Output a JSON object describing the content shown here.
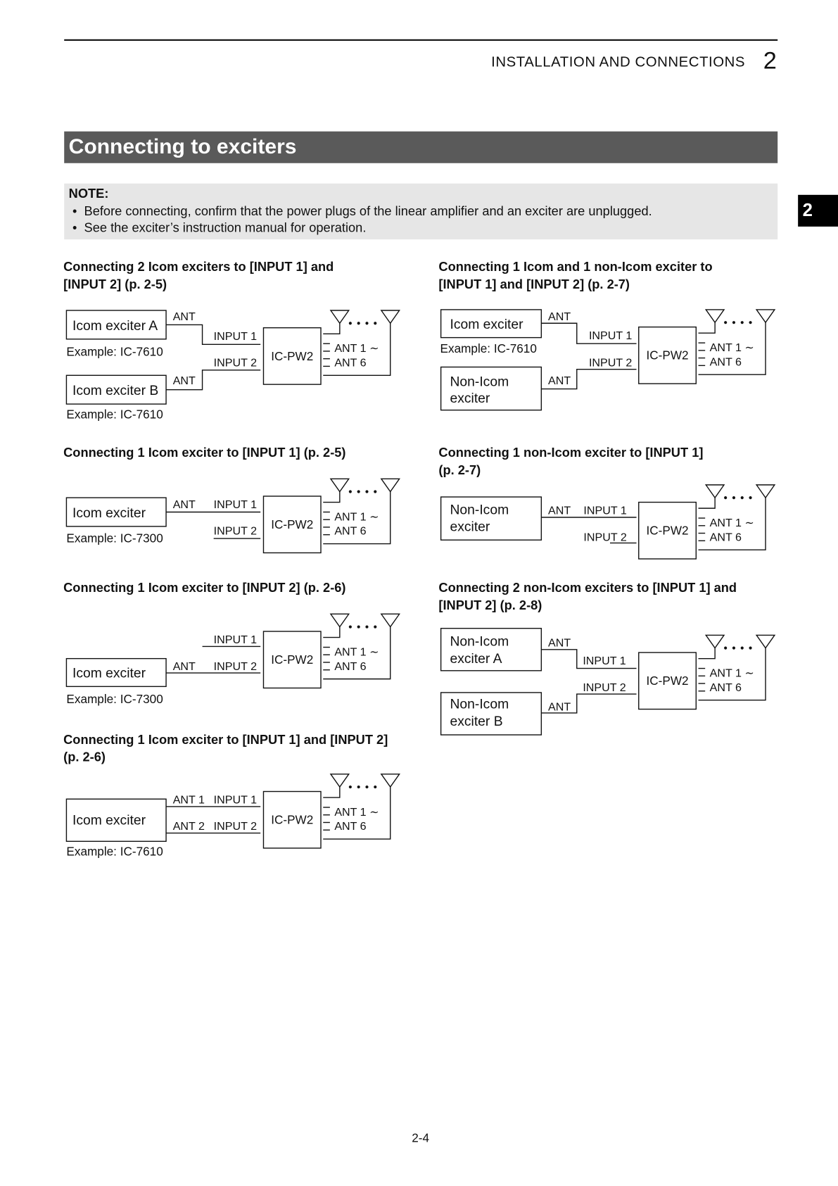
{
  "header": {
    "section": "INSTALLATION AND CONNECTIONS",
    "chapter": "2"
  },
  "side_tab": "2",
  "title": "Connecting to exciters",
  "note": {
    "label": "NOTE:",
    "bullets": [
      "Before connecting, confirm that the power plugs of the linear amplifier and an exciter are unplugged.",
      "See the exciter’s instruction manual for operation."
    ]
  },
  "diagrams": [
    {
      "heading": [
        "Connecting 2 Icom exciters to [INPUT 1] and",
        "[INPUT 2] (p. 2-5)"
      ],
      "box_a": "Icom exciter A",
      "example_a": "Example: IC-7610",
      "ant_a": "ANT",
      "box_b": "Icom exciter B",
      "example_b": "Example: IC-7610",
      "ant_b": "ANT",
      "input1": "INPUT 1",
      "input2": "INPUT 2",
      "amp": "IC-PW2",
      "out1": "ANT 1 ∼",
      "out6": "ANT 6"
    },
    {
      "heading": [
        "Connecting 1 Icom and 1 non-Icom exciter to",
        "[INPUT 1] and [INPUT 2] (p. 2-7)"
      ],
      "box_a": "Icom exciter",
      "example_a": "Example: IC-7610",
      "ant_a": "ANT",
      "box_b": [
        "Non-Icom",
        "exciter"
      ],
      "ant_b": "ANT",
      "input1": "INPUT 1",
      "input2": "INPUT 2",
      "amp": "IC-PW2",
      "out1": "ANT 1 ∼",
      "out6": "ANT 6"
    },
    {
      "heading": [
        "Connecting 1 Icom exciter to [INPUT 1] (p. 2-5)"
      ],
      "box": "Icom exciter",
      "example": "Example: IC-7300",
      "ant": "ANT",
      "input1": "INPUT 1",
      "input2": "INPUT 2",
      "amp": "IC-PW2",
      "out1": "ANT 1 ∼",
      "out6": "ANT 6"
    },
    {
      "heading": [
        "Connecting 1 non-Icom exciter to [INPUT 1]",
        "(p. 2-7)"
      ],
      "box": [
        "Non-Icom",
        "exciter"
      ],
      "ant": "ANT",
      "input1": "INPUT 1",
      "input2": "INPUT 2",
      "amp": "IC-PW2",
      "out1": "ANT 1 ∼",
      "out6": "ANT 6"
    },
    {
      "heading": [
        "Connecting 1 Icom exciter to [INPUT 2] (p. 2-6)"
      ],
      "box": "Icom exciter",
      "example": "Example: IC-7300",
      "ant": "ANT",
      "input1": "INPUT 1",
      "input2": "INPUT 2",
      "amp": "IC-PW2",
      "out1": "ANT 1 ∼",
      "out6": "ANT 6"
    },
    {
      "heading": [
        "Connecting 2 non-Icom exciters to [INPUT 1] and",
        "[INPUT 2] (p. 2-8)"
      ],
      "box_a": [
        "Non-Icom",
        "exciter A"
      ],
      "ant_a": "ANT",
      "box_b": [
        "Non-Icom",
        "exciter B"
      ],
      "ant_b": "ANT",
      "input1": "INPUT 1",
      "input2": "INPUT 2",
      "amp": "IC-PW2",
      "out1": "ANT 1 ∼",
      "out6": "ANT 6"
    },
    {
      "heading": [
        "Connecting 1 Icom exciter to [INPUT 1] and [INPUT 2]",
        "(p. 2-6)"
      ],
      "box": "Icom exciter",
      "example": "Example: IC-7610",
      "ant1": "ANT 1",
      "ant2": "ANT 2",
      "input1": "INPUT 1",
      "input2": "INPUT 2",
      "amp": "IC-PW2",
      "out1": "ANT 1 ∼",
      "out6": "ANT 6"
    }
  ],
  "page_number": "2-4"
}
